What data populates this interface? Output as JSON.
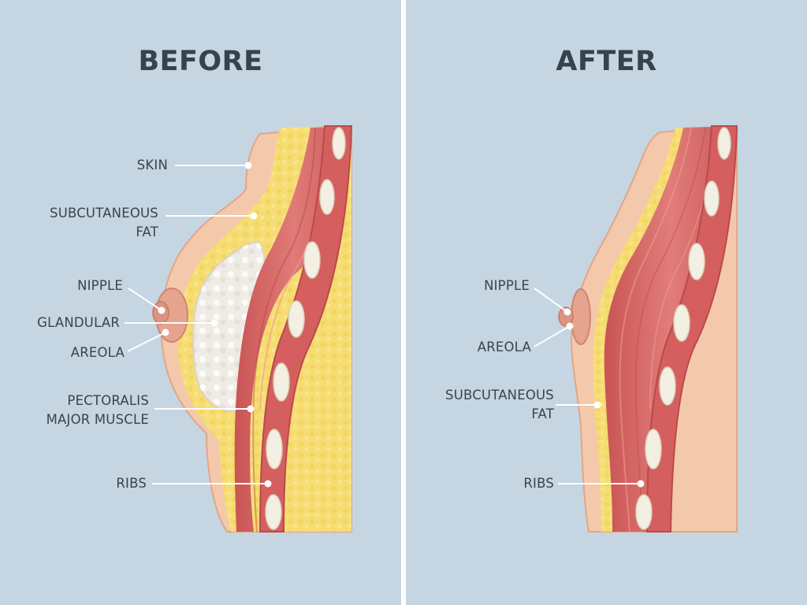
{
  "before": {
    "title": "BEFORE",
    "labels": {
      "skin": "SKIN",
      "subcutaneous_fat": [
        "SUBCUTANEOUS",
        "FAT"
      ],
      "nipple": "NIPPLE",
      "glandular": "GLANDULAR",
      "areola": "AREOLA",
      "pectoralis": [
        "PECTORALIS",
        "MAJOR MUSCLE"
      ],
      "ribs": "RIBS"
    }
  },
  "after": {
    "title": "AFTER",
    "labels": {
      "nipple": "NIPPLE",
      "areola": "AREOLA",
      "subcutaneous_fat": [
        "SUBCUTANEOUS",
        "FAT"
      ],
      "ribs": "RIBS"
    }
  },
  "colors": {
    "background": "#c5d5e1",
    "divider": "#ffffff",
    "skin": "#f4c9ab",
    "skin_outline": "#e3a586",
    "fat": "#f6dd73",
    "gland": "#efece6",
    "muscle": "#d86b6b",
    "rib": "#f3efe2",
    "title": "#34434c",
    "label": "#3a444b"
  }
}
